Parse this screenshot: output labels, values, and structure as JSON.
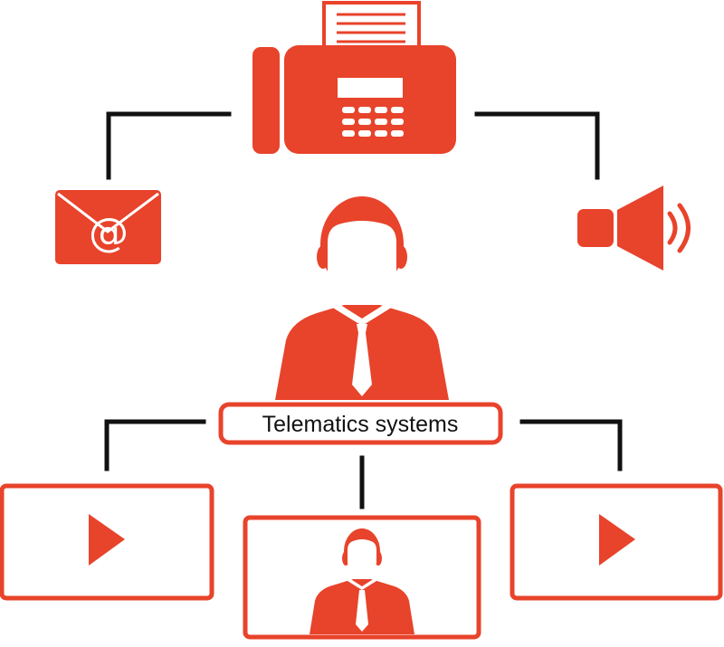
{
  "diagram": {
    "center_label": "Telematics systems",
    "colors": {
      "primary": "#e8432b",
      "connector": "#111111",
      "background": "#ffffff",
      "text": "#111111"
    },
    "nodes": {
      "top": "fax-icon",
      "left": "email-icon",
      "right": "speaker-icon",
      "center": "person-icon",
      "bottom_left": "video-play-screen",
      "bottom_center": "video-person-screen",
      "bottom_right": "video-play-screen"
    }
  }
}
